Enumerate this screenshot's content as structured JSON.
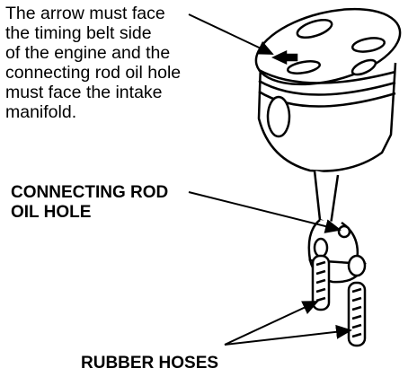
{
  "note": {
    "lines": [
      "The arrow must face",
      "the timing belt side",
      "of the engine and the",
      "connecting rod oil hole",
      "must face the intake",
      "manifold."
    ]
  },
  "labels": {
    "connecting_rod_line1": "CONNECTING ROD",
    "connecting_rod_line2": "OIL HOLE",
    "rubber_hoses": "RUBBER HOSES"
  },
  "colors": {
    "ink": "#000000",
    "paper": "#ffffff"
  }
}
